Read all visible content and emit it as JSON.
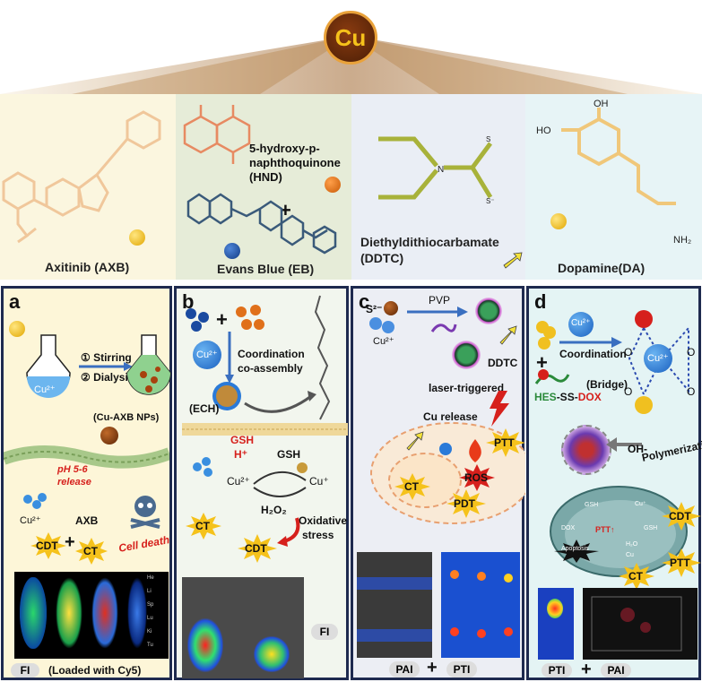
{
  "center": {
    "label": "Cu"
  },
  "molecules": {
    "axb": {
      "label": "Axitinib (AXB)"
    },
    "hnd": {
      "label_line1": "5-hydroxy-p-",
      "label_line2": "naphthoquinone",
      "label_line3": "(HND)"
    },
    "eb": {
      "label": "Evans Blue (EB)"
    },
    "ddtc": {
      "label_line1": "Diethyldithiocarbamate",
      "label_line2": "(DDTC)",
      "atom_n": "N",
      "atom_s1": "S",
      "atom_s2": "S⁻"
    },
    "da": {
      "label": "Dopamine(DA)",
      "atom_oh": "OH",
      "atom_ho": "HO",
      "atom_nh2": "NH₂"
    }
  },
  "panel_a": {
    "letter": "a",
    "step1": "① Stirring",
    "step2": "② Dialysis",
    "cu_ion": "Cu²⁺",
    "np_label": "(Cu-AXB NPs)",
    "ph_line1": "pH 5-6",
    "ph_line2": "release",
    "cu2": "Cu²⁺",
    "axb": "AXB",
    "cdt": "CDT",
    "ct": "CT",
    "plus": "+",
    "cell_death": "Cell death",
    "fi": "FI",
    "loaded": "(Loaded with Cy5)",
    "organs": [
      "He",
      "Li",
      "Sp",
      "Lu",
      "Ki",
      "Tu"
    ]
  },
  "panel_b": {
    "letter": "b",
    "plus": "+",
    "cu_ion": "Cu²⁺",
    "coord1": "Coordination",
    "coord2": "co-assembly",
    "ech": "(ECH)",
    "gsh1": "GSH",
    "h_plus": "H⁺",
    "gsh2": "GSH",
    "cu2": "Cu²⁺",
    "cu1": "Cu⁺",
    "h2o2": "H₂O₂",
    "oxid1": "Oxidative",
    "oxid2": "stress",
    "ct": "CT",
    "cdt": "CDT",
    "fi": "FI"
  },
  "panel_c": {
    "letter": "c",
    "s2": "S²⁻",
    "pvp": "PVP",
    "cu2": "Cu²⁺",
    "ddtc": "DDTC",
    "laser": "laser-triggered",
    "cu_release": "Cu release",
    "ptt": "PTT",
    "ros": "ROS",
    "ct": "CT",
    "pdt": "PDT",
    "pai": "PAI",
    "plus": "+",
    "pti": "PTI"
  },
  "panel_d": {
    "letter": "d",
    "cu2": "Cu²⁺",
    "coordination": "Coordination",
    "bridge": "(Bridge)",
    "plus": "+",
    "hes": "HES",
    "ss": "-SS-",
    "dox": "DOX",
    "oh": "OH-",
    "polym": "Polymerization",
    "o": "O",
    "cdt": "CDT",
    "ptt": "PTT",
    "ct": "CT",
    "pti_label": "PTI",
    "pai": "PAI",
    "plus2": "+",
    "cell_labels": {
      "gsh": "GSH",
      "dox": "DOX",
      "ptt": "PTT↑",
      "cu": "Cu",
      "h2o": "H₂O",
      "cu1": "Cu⁺",
      "gssg": "GSH",
      "apop": "Apoptosis"
    }
  },
  "colors": {
    "gold": "#f5c21b",
    "cu_brown": "#6b2e0c",
    "navy": "#1e2a4f",
    "red": "#d6201c"
  }
}
